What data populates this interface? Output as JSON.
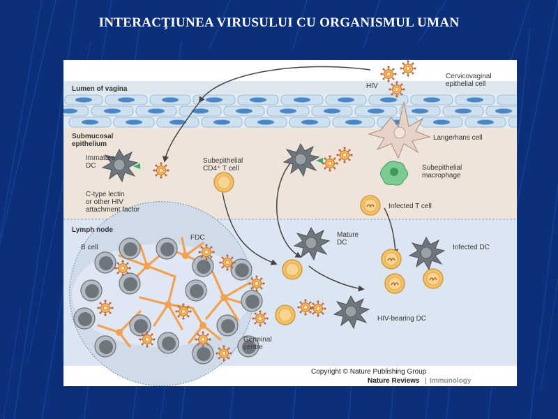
{
  "slide": {
    "title": "INTERACŢIUNEA VIRUSULUI CU ORGANISMUL UMAN",
    "colors": {
      "background": "#0c2f7a",
      "streak": "#1f55b8",
      "title": "#ffffff"
    }
  },
  "figure": {
    "regions": {
      "lumen": "Lumen of vagina",
      "submucosal": [
        "Submucosal",
        "epithelium"
      ],
      "lymph": "Lymph node"
    },
    "labels": {
      "hiv": "HIV",
      "cervicovaginal": [
        "Cervicovaginal",
        "epithelial cell"
      ],
      "langerhans": "Langerhans cell",
      "immature_dc": [
        "Immature",
        "DC"
      ],
      "subepithelial_cd4": [
        "Subepithelial",
        "CD4⁺ T cell"
      ],
      "ctype_lectin": [
        "C-type lectin",
        "or other HIV",
        "attachment factor"
      ],
      "subepithelial_macrophage": [
        "Subepithelial",
        "macrophage"
      ],
      "infected_t_cell": "Infected T cell",
      "b_cell": "B cell",
      "fdc": "FDC",
      "mature_dc": [
        "Mature",
        "DC"
      ],
      "infected_dc": "Infected DC",
      "hiv_bearing_dc": "HIV-bearing DC",
      "germinal_centre": [
        "Germinal",
        "centre"
      ]
    },
    "copyright": "Copyright ©  Nature Publishing Group",
    "journal": {
      "name": "Nature Reviews",
      "separator": "|",
      "section": "Immunology"
    },
    "colors": {
      "lumen_band": "#dfe7ee",
      "epithelium_cells": "#cfe0ef",
      "epithelium_nuclei": "#4a86c5",
      "submucosa": "#efe4da",
      "lymph_node": "#dbe6f2",
      "dc_grey": "#6f757c",
      "t_cell_orange": "#f3c066",
      "fdc_orange": "#f4a050",
      "virus_core": "#f6b25a",
      "macrophage_green": "#7ccb93"
    }
  }
}
